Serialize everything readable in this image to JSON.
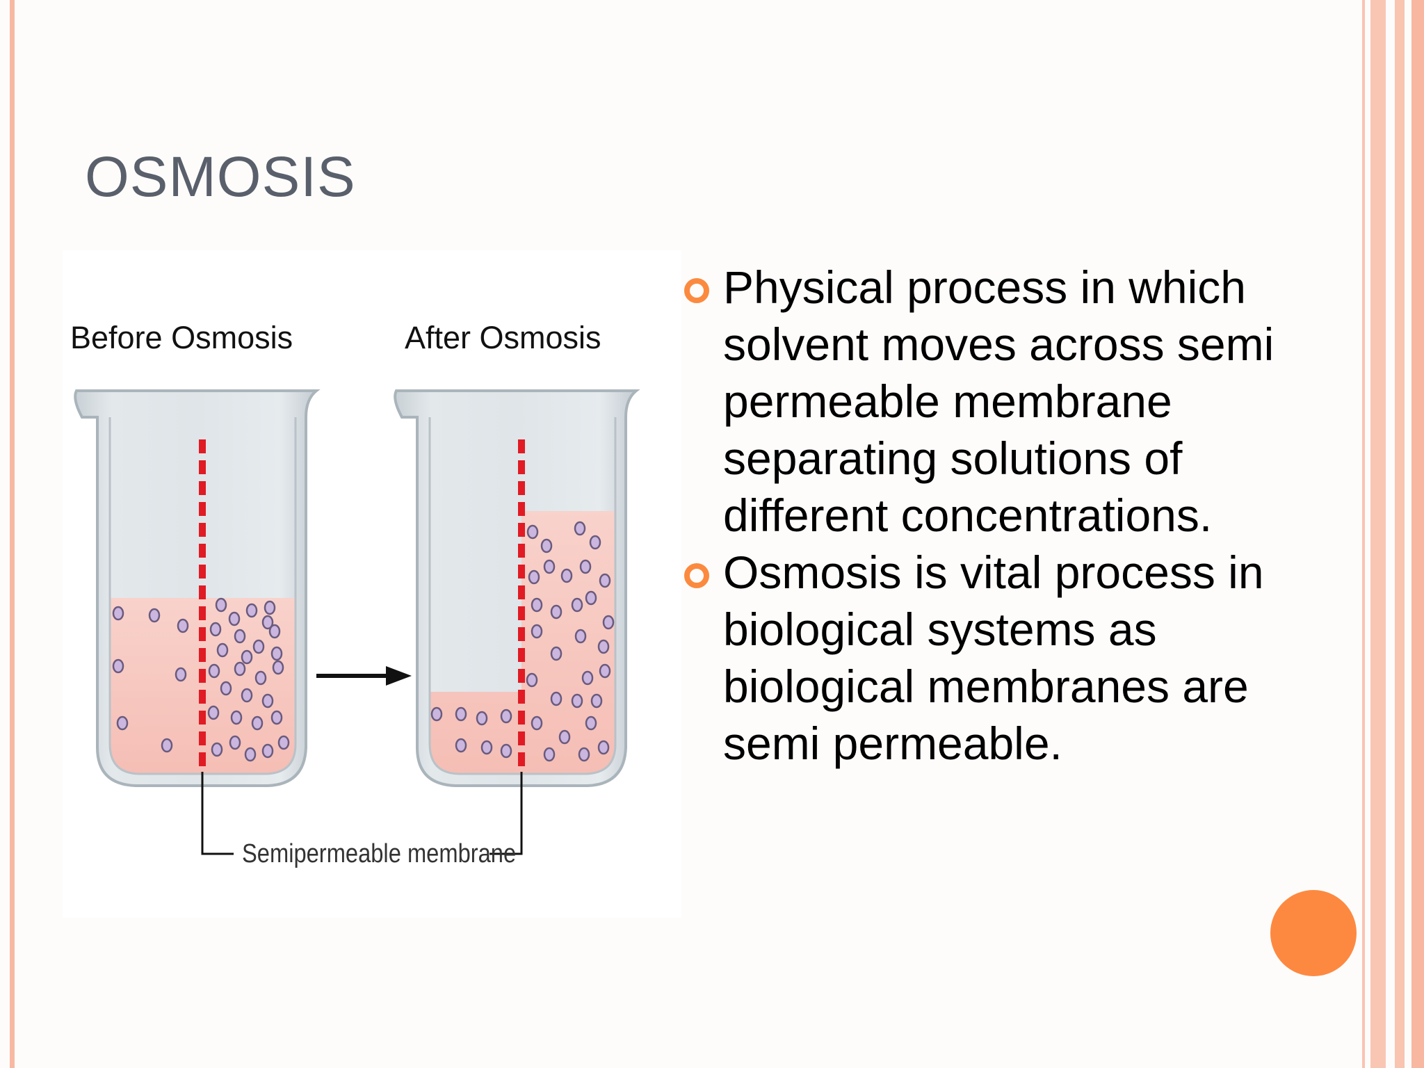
{
  "slide": {
    "title": "OSMOSIS",
    "accent_color": "#fb8a3f",
    "border_color": "#f7b9a2"
  },
  "diagram": {
    "caption_before": "Before Osmosis",
    "caption_after": "After Osmosis",
    "membrane_label": "Semipermeable membrane",
    "arrow_icon": "right-arrow-icon",
    "solution_color": "#f7c9c1",
    "membrane_color": "#e01b24",
    "particle_color": "#cbb6e0"
  },
  "bullets": [
    {
      "text": "Physical process in which solvent moves across semi permeable membrane separating solutions of different concentrations."
    },
    {
      "text": "Osmosis is vital process in biological systems as biological membranes are semi permeable."
    }
  ],
  "decoration": {
    "corner_dot_color": "#fd8940"
  }
}
